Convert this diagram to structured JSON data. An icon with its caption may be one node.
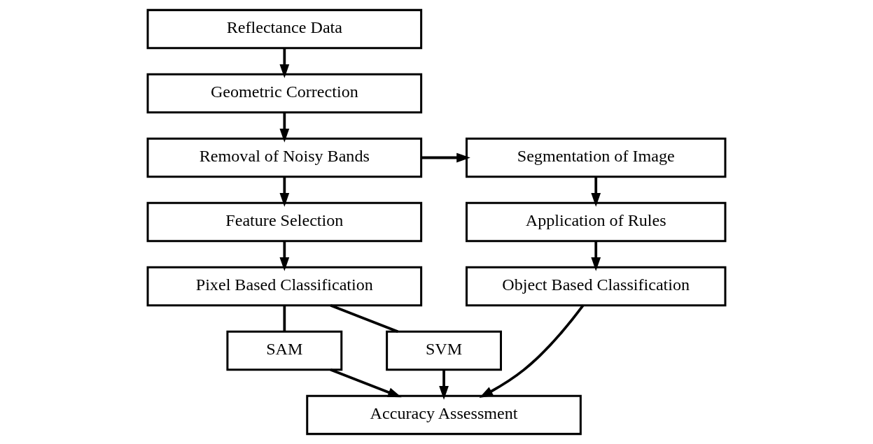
{
  "diagram": {
    "nodes": [
      {
        "text": [
          "Reflectance Data"
        ]
      },
      {
        "text": [
          "Geometric Correction"
        ]
      },
      {
        "text": [
          "Removal of Noisy Bands"
        ]
      },
      {
        "text": [
          "Feature Selection"
        ]
      },
      {
        "text": [
          "Pixel Based Classification"
        ]
      },
      {
        "text": [
          "SAM"
        ]
      },
      {
        "text": [
          "SVM"
        ]
      },
      {
        "text": [
          "Accuracy Assessment"
        ]
      },
      {
        "text": [
          "Segmentation of Image"
        ]
      },
      {
        "text": [
          "Application of Rules"
        ]
      },
      {
        "text": [
          "Object Based Classification"
        ]
      }
    ],
    "edges": [
      {
        "from": 0,
        "to": 1,
        "arrow": "to"
      },
      {
        "from": 1,
        "to": 2,
        "arrow": "to"
      },
      {
        "from": 2,
        "to": 3,
        "arrow": "to"
      },
      {
        "from": 3,
        "to": 4,
        "arrow": "to"
      },
      {
        "from": 4,
        "to": 5,
        "arrow": "none"
      },
      {
        "from": 4,
        "to": 6,
        "arrow": "none"
      },
      {
        "from": 5,
        "to": 7,
        "arrow": "to"
      },
      {
        "from": 6,
        "to": 7,
        "arrow": "to"
      },
      {
        "from": 2,
        "to": 8,
        "arrow": "to"
      },
      {
        "from": 8,
        "to": 9,
        "arrow": "to"
      },
      {
        "from": 9,
        "to": 10,
        "arrow": "to"
      },
      {
        "from": 10,
        "to": 7,
        "arrow": "to"
      }
    ]
  }
}
